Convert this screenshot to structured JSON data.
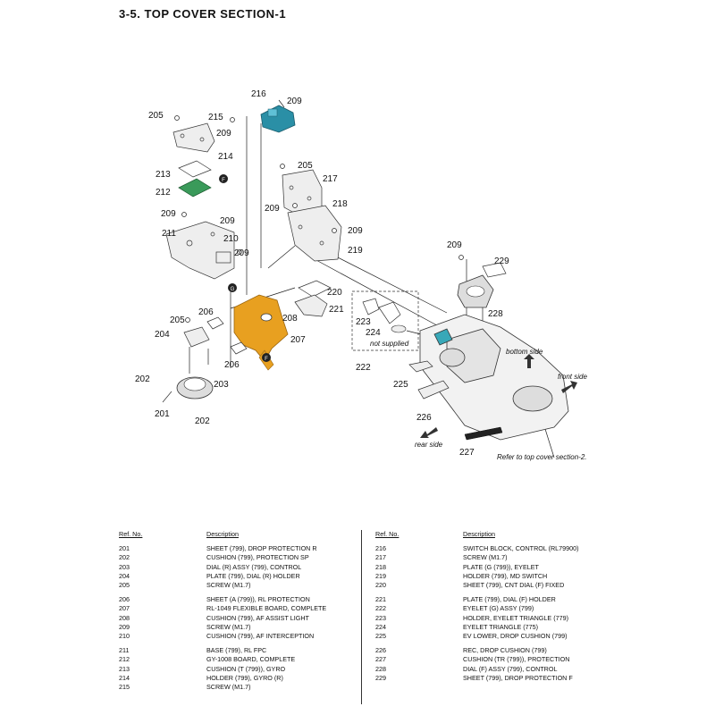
{
  "title": "3-5.  TOP COVER SECTION-1",
  "callouts": {
    "c216": "216",
    "c209a": "209",
    "c205a": "205",
    "c215": "215",
    "c209b": "209",
    "c214": "214",
    "c213": "213",
    "c212": "212",
    "c209c": "209",
    "c209d": "209",
    "c211": "211",
    "c210": "210",
    "c209e": "209",
    "c205b": "205",
    "c217": "217",
    "c209f": "209",
    "c218": "218",
    "c209g": "209",
    "c219": "219",
    "c209h": "209",
    "c229": "229",
    "c228": "228",
    "c220": "220",
    "c221": "221",
    "c206a": "206",
    "c205c": "205",
    "c208": "208",
    "c204": "204",
    "c207": "207",
    "c206b": "206",
    "c202a": "202",
    "c203": "203",
    "c201": "201",
    "c202b": "202",
    "c223": "223",
    "c224": "224",
    "c222": "222",
    "c225": "225",
    "c226": "226",
    "c227": "227"
  },
  "markers": {
    "g": "G",
    "f": "F"
  },
  "notes": {
    "not_supplied": "not supplied",
    "bottom_side": "bottom side",
    "front_side": "front side",
    "rear_side": "rear side",
    "refer": "Refer to top cover section-2."
  },
  "table": {
    "headers": {
      "ref": "Ref. No.",
      "desc": "Description"
    },
    "left_groups": [
      [
        {
          "ref": "201",
          "desc": "SHEET (799), DROP PROTECTION R"
        },
        {
          "ref": "202",
          "desc": "CUSHION (799), PROTECTION SP"
        },
        {
          "ref": "203",
          "desc": "DIAL (R) ASSY (799), CONTROL"
        },
        {
          "ref": "204",
          "desc": "PLATE (799), DIAL (R) HOLDER"
        },
        {
          "ref": "205",
          "desc": "SCREW (M1.7)"
        }
      ],
      [
        {
          "ref": "206",
          "desc": "SHEET (A (799)), RL PROTECTION"
        },
        {
          "ref": "207",
          "desc": "RL-1049 FLEXIBLE BOARD, COMPLETE"
        },
        {
          "ref": "208",
          "desc": "CUSHION (799), AF ASSIST LIGHT"
        },
        {
          "ref": "209",
          "desc": "SCREW (M1.7)"
        },
        {
          "ref": "210",
          "desc": "CUSHION (799), AF INTERCEPTION"
        }
      ],
      [
        {
          "ref": "211",
          "desc": "BASE (799), RL FPC"
        },
        {
          "ref": "212",
          "desc": "GY-1008 BOARD, COMPLETE"
        },
        {
          "ref": "213",
          "desc": "CUSHION (T (799)), GYRO"
        },
        {
          "ref": "214",
          "desc": "HOLDER (799), GYRO (R)"
        },
        {
          "ref": "215",
          "desc": "SCREW (M1.7)"
        }
      ]
    ],
    "right_groups": [
      [
        {
          "ref": "216",
          "desc": "SWITCH BLOCK, CONTROL (RL79900)"
        },
        {
          "ref": "217",
          "desc": "SCREW (M1.7)"
        },
        {
          "ref": "218",
          "desc": "PLATE (G (799)), EYELET"
        },
        {
          "ref": "219",
          "desc": "HOLDER (799), MD SWITCH"
        },
        {
          "ref": "220",
          "desc": "SHEET (799), CNT DIAL (F) FIXED"
        }
      ],
      [
        {
          "ref": "221",
          "desc": "PLATE (799), DIAL (F) HOLDER"
        },
        {
          "ref": "222",
          "desc": "EYELET (G) ASSY (799)"
        },
        {
          "ref": "223",
          "desc": "HOLDER, EYELET TRIANGLE (779)"
        },
        {
          "ref": "224",
          "desc": "EYELET TRIANGLE (775)"
        },
        {
          "ref": "225",
          "desc": "EV LOWER, DROP CUSHION (799)"
        }
      ],
      [
        {
          "ref": "226",
          "desc": "REC, DROP CUSHION (799)"
        },
        {
          "ref": "227",
          "desc": "CUSHION (TR (799)), PROTECTION"
        },
        {
          "ref": "228",
          "desc": "DIAL (F) ASSY (799), CONTROL"
        },
        {
          "ref": "229",
          "desc": "SHEET (799), DROP PROTECTION F"
        }
      ]
    ]
  },
  "colors": {
    "flex_board": "#e8a020",
    "switch_block": "#2a8fa6",
    "board_green": "#3a9a5a",
    "eyelet_teal": "#38a8b8"
  }
}
